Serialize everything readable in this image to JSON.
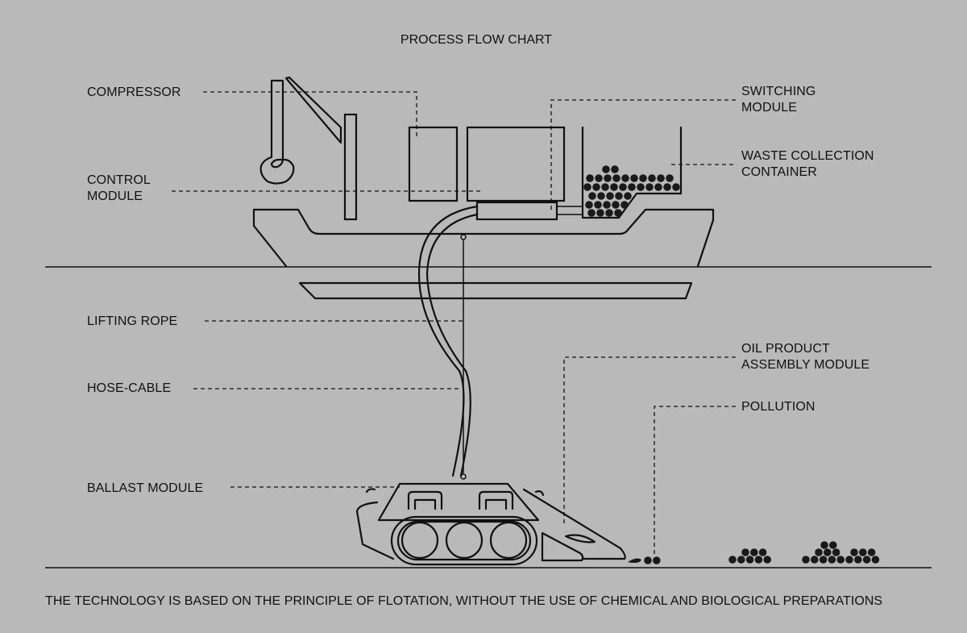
{
  "diagram": {
    "title": "PROCESS FLOW CHART",
    "labels": {
      "compressor": "COMPRESSOR",
      "control_module_1": "CONTROL",
      "control_module_2": "MODULE",
      "lifting_rope": "LIFTING ROPE",
      "hose_cable": "HOSE-CABLE",
      "ballast_module": "BALLAST MODULE",
      "switching_module_1": "SWITCHING",
      "switching_module_2": "MODULE",
      "waste_container_1": "WASTE COLLECTION",
      "waste_container_2": "CONTAINER",
      "oil_assembly_1": "OIL PRODUCT",
      "oil_assembly_2": "ASSEMBLY MODULE",
      "pollution": "POLLUTION"
    },
    "caption": "THE TECHNOLOGY IS BASED ON THE PRINCIPLE OF FLOTATION, WITHOUT THE USE OF CHEMICAL AND BIOLOGICAL PREPARATIONS",
    "colors": {
      "background": "#b9b9b9",
      "ink": "#111111"
    }
  }
}
